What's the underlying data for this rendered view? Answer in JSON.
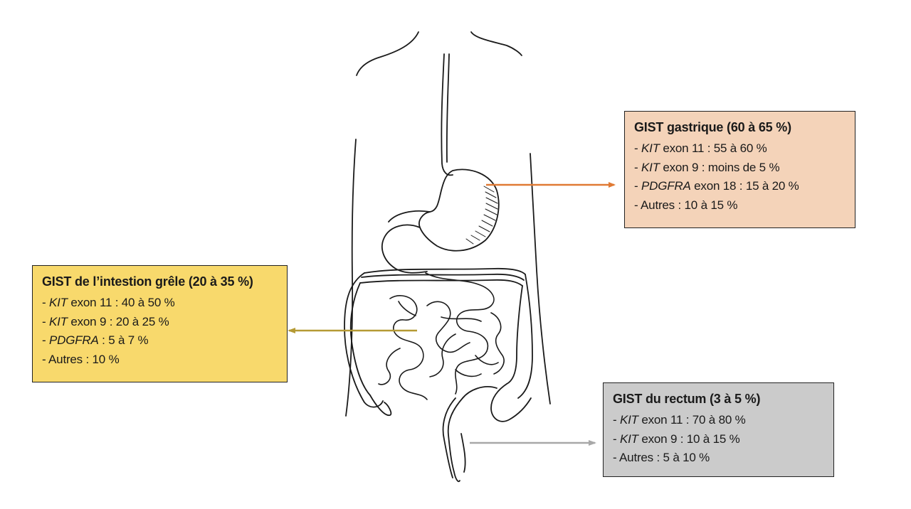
{
  "colors": {
    "gastric_box": "#f4d3b9",
    "small_intestine_box": "#f8d96c",
    "rectum_box": "#cbcbcb",
    "gastric_arrow": "#e07a34",
    "small_intestine_arrow": "#b59a34",
    "rectum_arrow": "#a8a8a8"
  },
  "gastric": {
    "title": "GIST gastrique (60 à 65 %)",
    "rows": [
      {
        "prefix": "- ",
        "gene": "KIT",
        "text": " exon 11 : 55 à 60 %"
      },
      {
        "prefix": "- ",
        "gene": "KIT",
        "text": " exon 9 : moins de 5 %"
      },
      {
        "prefix": "- ",
        "gene": "PDGFRA",
        "text": " exon 18 : 15 à 20 %"
      },
      {
        "prefix": "- ",
        "gene": "",
        "text": "Autres : 10 à 15 %"
      }
    ]
  },
  "small_intestine": {
    "title": "GIST de l’intestion grêle (20 à 35 %)",
    "rows": [
      {
        "prefix": "- ",
        "gene": "KIT",
        "text": " exon 11 : 40 à 50 %"
      },
      {
        "prefix": "- ",
        "gene": "KIT",
        "text": " exon 9 : 20 à 25 %"
      },
      {
        "prefix": "- ",
        "gene": "PDGFRA",
        "text": " : 5 à 7 %"
      },
      {
        "prefix": "- ",
        "gene": "",
        "text": "Autres : 10 %"
      }
    ]
  },
  "rectum": {
    "title": "GIST du rectum (3 à 5 %)",
    "rows": [
      {
        "prefix": "- ",
        "gene": "KIT",
        "text": " exon 11 : 70 à 80 %"
      },
      {
        "prefix": "- ",
        "gene": "KIT",
        "text": " exon 9 : 10 à 15 %"
      },
      {
        "prefix": "- ",
        "gene": "",
        "text": "Autres : 5 à 10 %"
      }
    ]
  }
}
